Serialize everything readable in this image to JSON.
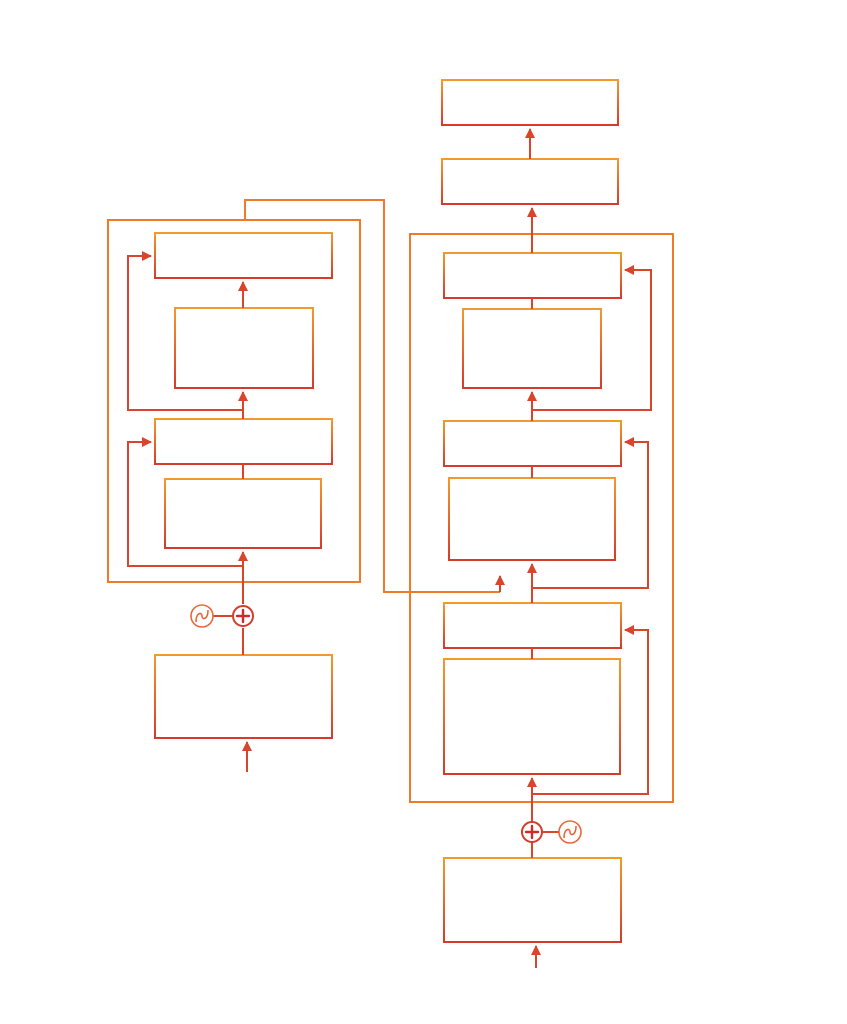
{
  "diagram": {
    "encoder": {
      "frame": "encoder-block",
      "boxes": [
        "encoder-input-box",
        "encoder-attention-box",
        "encoder-add-norm-1-box",
        "encoder-ffn-box",
        "encoder-add-norm-2-box"
      ],
      "positional_encoding": "sine-wave-icon",
      "combine": "add-icon"
    },
    "decoder": {
      "frame": "decoder-block",
      "boxes": [
        "decoder-input-box",
        "decoder-masked-attention-box",
        "decoder-add-norm-1-box",
        "decoder-cross-attention-box",
        "decoder-add-norm-2-box",
        "decoder-ffn-box",
        "decoder-add-norm-3-box",
        "decoder-linear-box",
        "decoder-output-box"
      ],
      "positional_encoding": "sine-wave-icon",
      "combine": "add-icon"
    },
    "colors": {
      "box_top": "#f39a2c",
      "box_bottom": "#d63a2b",
      "frame": "#ee7a2a",
      "wire": "#d9452a",
      "add_symbol": "#d12a2a"
    }
  }
}
